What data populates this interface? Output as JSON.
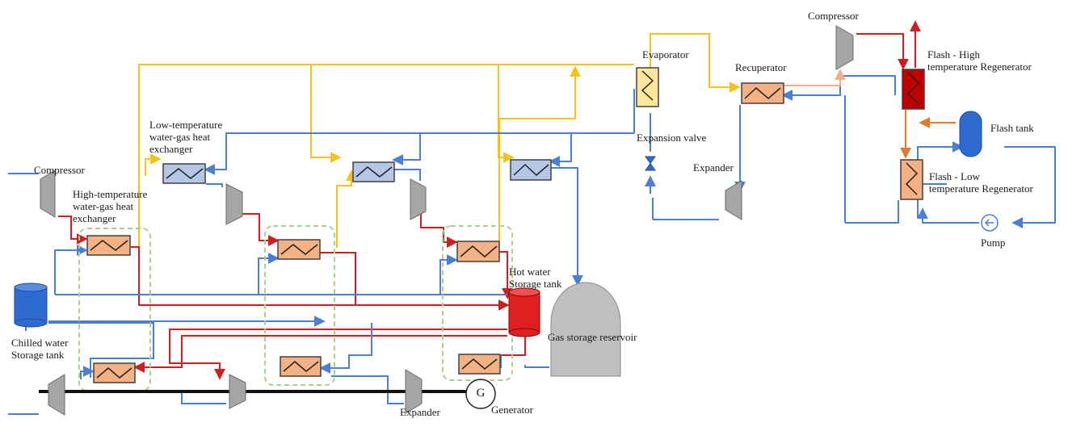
{
  "colors": {
    "hot": "#cc1f1f",
    "cold": "#4a7fd4",
    "yellow": "#f5c21a",
    "orange": "#e07a2e",
    "peach": "#f4ad8c",
    "hx_orange": "#f4b183",
    "hx_blue": "#b4c7e7",
    "evaporator": "#ffe699",
    "regen_high": "#c00000",
    "machine_grey": "#a6a6a6",
    "tank_blue": "#2e6bd1",
    "tank_red": "#e02020",
    "dash_green": "#a9d18e"
  },
  "labels": {
    "compressor_left": "Compressor",
    "ht_hx": "High-temperature\nwater-gas heat\nexchanger",
    "lt_hx": "Low-temperature\nwater-gas heat\nexchanger",
    "chilled_tank": "Chilled water\nStorage tank",
    "hot_tank": "Hot water\nStorage tank",
    "gas_reservoir": "Gas storage reservoir",
    "expander_bottom": "Expander",
    "generator_symbol": "G",
    "generator": "Generator",
    "evaporator": "Evaporator",
    "expansion_valve": "Expansion valve",
    "recuperator": "Recuperator",
    "expander_right": "Expander",
    "compressor_right": "Compressor",
    "flash_high": "Flash - High\ntemperature Regenerator",
    "flash_low": "Flash - Low\ntemperature Regenerator",
    "flash_tank": "Flash tank",
    "pump": "Pump"
  },
  "components": {
    "compressors": [
      "Compressor",
      "Compressor",
      "Compressor",
      "Compressor"
    ],
    "expanders": [
      "Expander",
      "Expander",
      "Expander",
      "Expander"
    ],
    "heat_exchangers_hot_side": 3,
    "heat_exchangers_cold_side": 3,
    "low_temp_heat_exchangers": 3
  }
}
